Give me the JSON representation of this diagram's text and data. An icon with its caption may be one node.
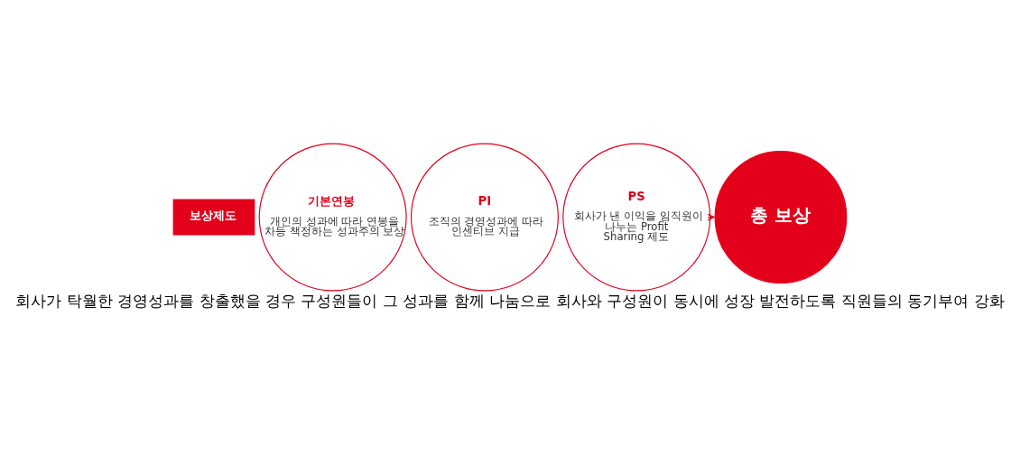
{
  "diagram": {
    "caption": "회사가 탁월한 경영성과를 창출했을 경우 구성원들이 그 성과를 함께 나눔으로 회사와 구성원이 동시에 성장 발전하도록 직원들의 동기부여 강화",
    "nodes": [
      {
        "text": [
          "보상제도"
        ]
      },
      {
        "text": [
          "기본연봉",
          "개인의 성과에 따라 연봉을 차등 책정하는 성과주의 보상"
        ]
      },
      {
        "text": [
          "PI",
          "조직의 경영성과에 따라 인센티브 지급"
        ]
      },
      {
        "text": [
          "PS",
          "회사가 낸 이익을 임직원이 나누는 Profit Sharing 제도"
        ]
      },
      {
        "text": [
          "총 보상"
        ]
      }
    ],
    "edges": [
      {
        "from": 3,
        "to": 4,
        "arrow": "to"
      }
    ]
  }
}
